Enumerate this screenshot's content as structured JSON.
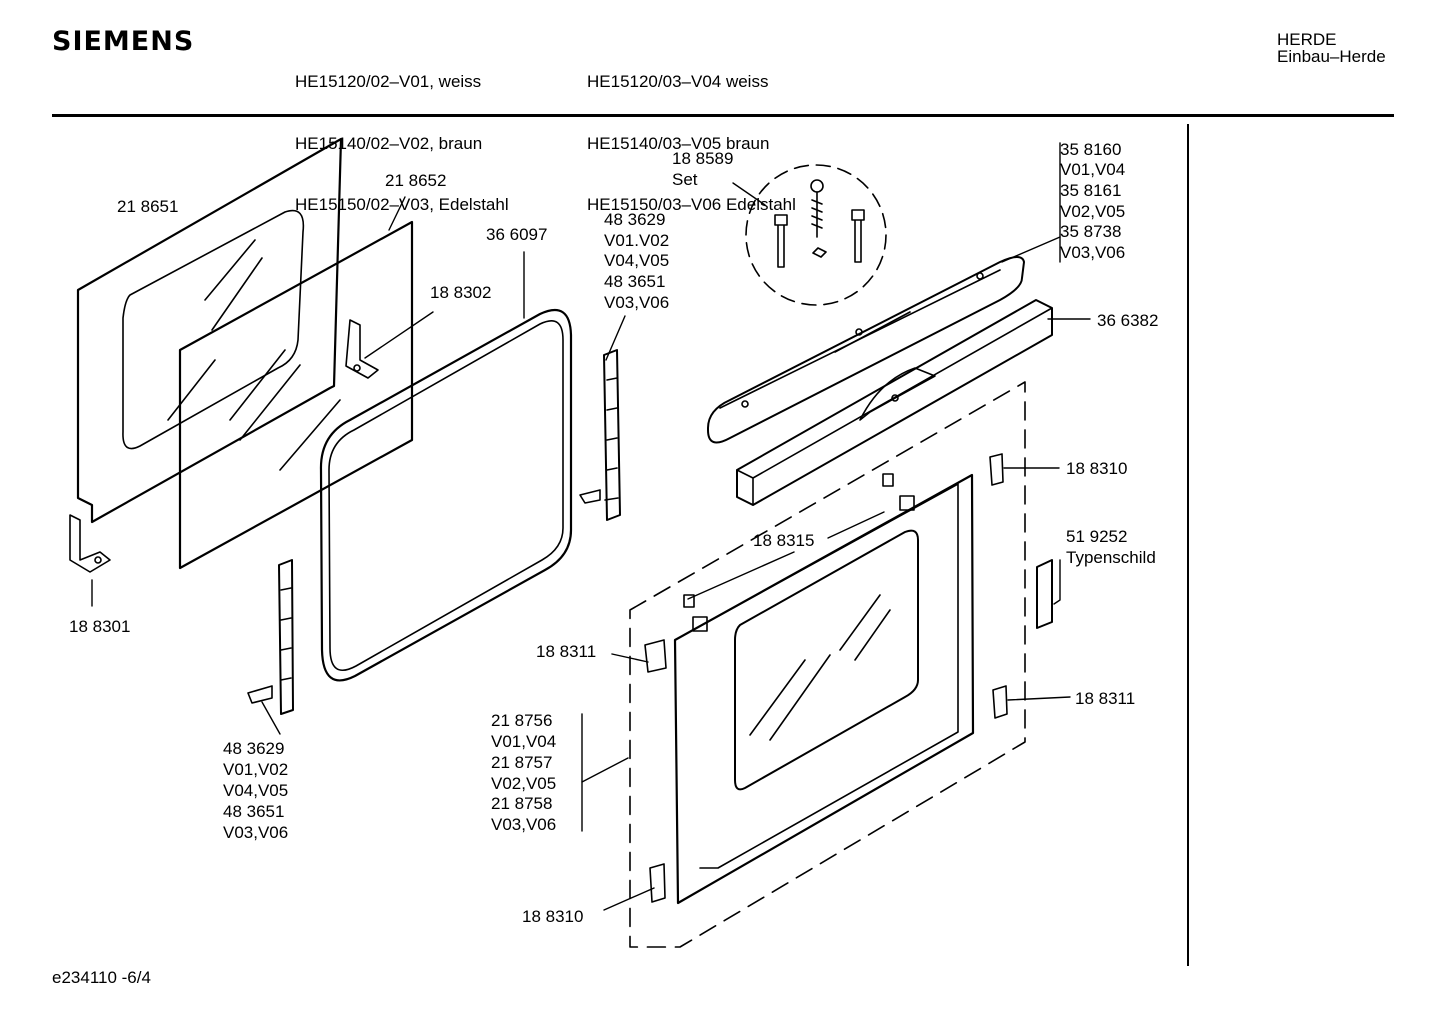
{
  "header": {
    "brand": "SIEMENS",
    "models_left": [
      "HE15120/02–V01, weiss",
      "HE15140/02–V02, braun",
      "HE15150/02–V03, Edelstahl"
    ],
    "models_right": [
      "HE15120/03–V04 weiss",
      "HE15140/03–V05 braun",
      "HE15150/03–V06 Edelstahl"
    ],
    "category": [
      "HERDE",
      "Einbau–Herde"
    ]
  },
  "parts": {
    "p218651": "21 8651",
    "p218652": "21 8652",
    "p366097": "36 6097",
    "p188302": "18 8302",
    "p188301": "18 8301",
    "hinge_top": [
      "48 3629",
      "V01.V02",
      "V04,V05",
      "48 3651",
      "V03,V06"
    ],
    "hinge_bottom": [
      "48 3629",
      "V01,V02",
      "V04,V05",
      "48 3651",
      "V03,V06"
    ],
    "screw_set": [
      "18 8589",
      "Set"
    ],
    "handle": [
      "35 8160",
      "V01,V04",
      "35 8161",
      "V02,V05",
      "35 8738",
      "V03,V06"
    ],
    "p366382": "36 6382",
    "p188310_top": "18 8310",
    "p188315": "18 8315",
    "typenschild": [
      "51 9252",
      "Typenschild"
    ],
    "p188311_left": "18 8311",
    "p188311_right": "18 8311",
    "outer_door": [
      "21 8756",
      "V01,V04",
      "21 8757",
      "V02,V05",
      "21 8758",
      "V03,V06"
    ],
    "p188310_bottom": "18 8310"
  },
  "footer": {
    "code": "e234110 -6/4"
  }
}
